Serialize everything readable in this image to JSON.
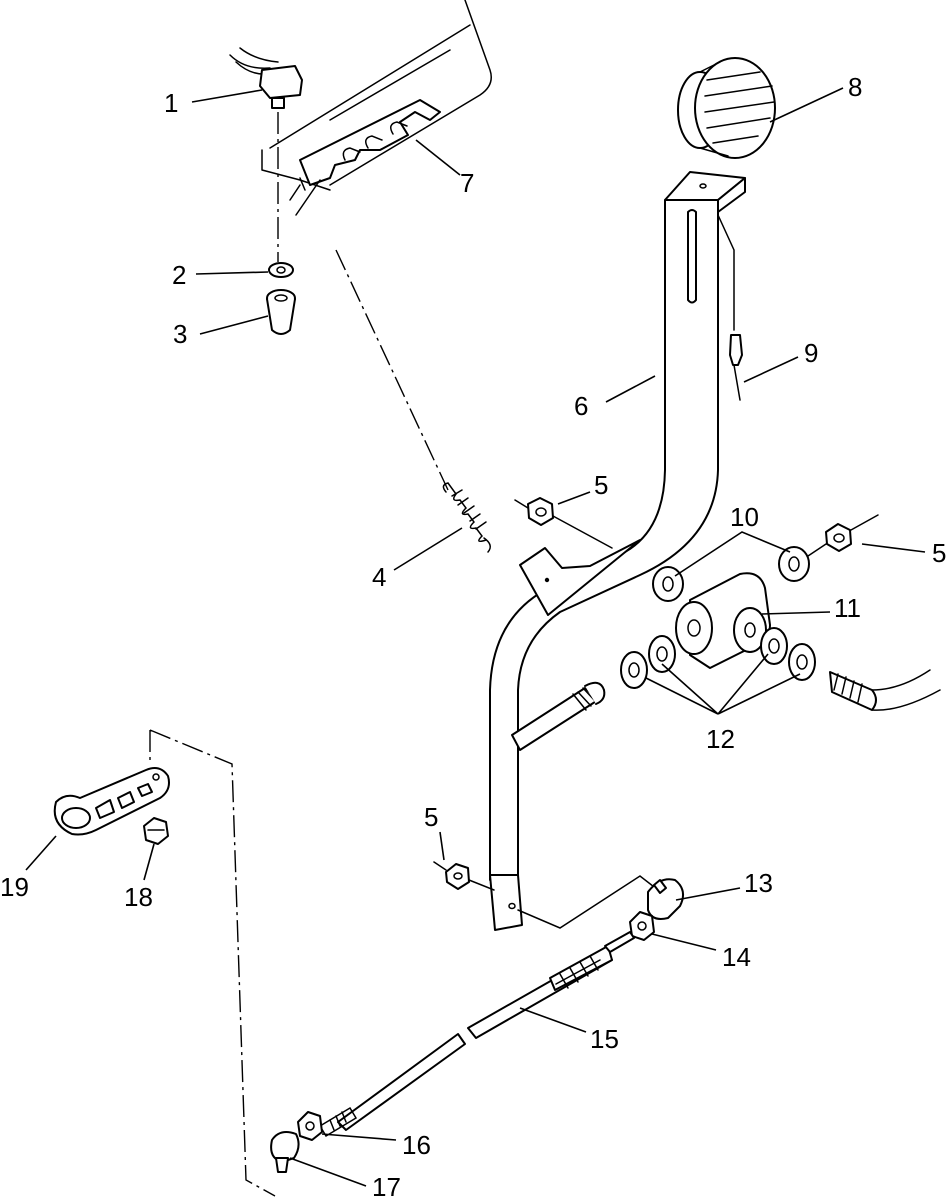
{
  "diagram": {
    "callouts": {
      "c1": "1",
      "c2": "2",
      "c3": "3",
      "c4": "4",
      "c5a": "5",
      "c5b": "5",
      "c5c": "5",
      "c6": "6",
      "c7": "7",
      "c8": "8",
      "c9": "9",
      "c10": "10",
      "c11": "11",
      "c12": "12",
      "c13": "13",
      "c14": "14",
      "c15": "15",
      "c16": "16",
      "c17": "17",
      "c18": "18",
      "c19": "19"
    }
  }
}
